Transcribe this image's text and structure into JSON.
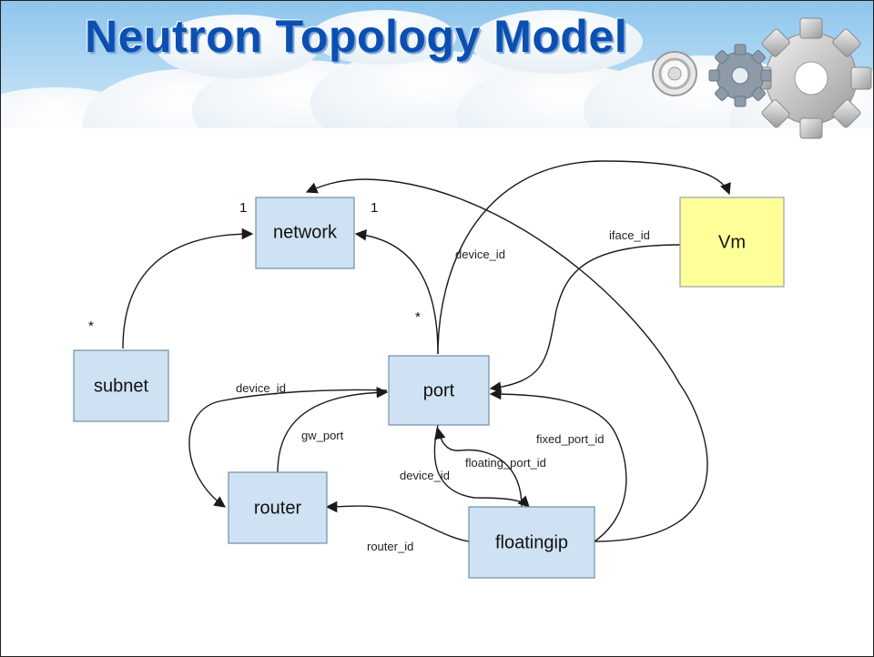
{
  "slide": {
    "title": "Neutron Topology Model"
  },
  "diagram": {
    "nodes": {
      "network": "network",
      "subnet": "subnet",
      "port": "port",
      "router": "router",
      "floatingip": "floatingip",
      "vm": "Vm"
    },
    "edge_labels": {
      "port_device_id_vm": "device_id",
      "vm_iface_id": "iface_id",
      "router_device_id": "device_id",
      "gw_port": "gw_port",
      "fixed_port_id": "fixed_port_id",
      "floating_port_id": "floating_port_id",
      "floating_device_id": "device_id",
      "router_id": "router_id"
    },
    "multiplicities": {
      "network_left": "1",
      "network_right": "1",
      "subnet": "*",
      "port": "*"
    }
  },
  "colors": {
    "title": "#0b4fb0",
    "entity_fill": "#cfe2f3",
    "vm_fill": "#ffff99",
    "edge": "#1a1a1a"
  }
}
